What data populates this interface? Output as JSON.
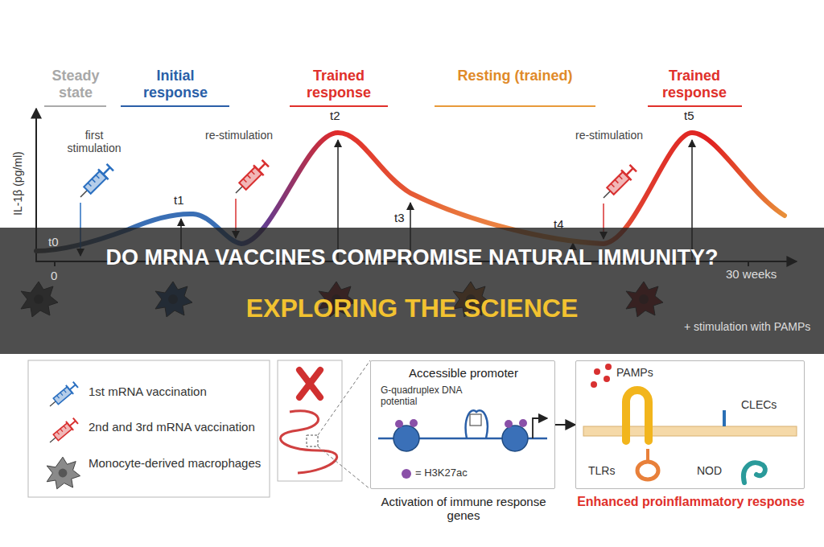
{
  "diagram": {
    "title": "DO MRNA VACCINES COMPROMISE NATURAL IMMUNITY?",
    "caption": "EXPLORING THE SCIENCE",
    "nodes": [
      {
        "text": [
          "Accessible promoter",
          "G-quadruplex DNA potential",
          "= H3K27ac",
          "Activation of immune response genes"
        ]
      },
      {
        "text": [
          "PAMPs",
          "CLECs",
          "TLRs",
          "NOD",
          "Enhanced proinflammatory response"
        ]
      }
    ],
    "edges": [
      {
        "from": 0,
        "to": 1,
        "arrow": "to"
      }
    ],
    "labels": [
      "Steady state",
      "Initial response",
      "Trained response",
      "Resting (trained)",
      "Trained response",
      "IL-1β (pg/ml)",
      "first stimulation",
      "re-stimulation",
      "re-stimulation",
      "t0",
      "t1",
      "t2",
      "t3",
      "t4",
      "t5",
      "0",
      "30 weeks",
      "+ stimulation with PAMPs"
    ],
    "legend": [
      {
        "text": "1st mRNA vaccination"
      },
      {
        "text": "2nd and 3rd mRNA vaccination"
      },
      {
        "text": "Monocyte-derived macrophages"
      }
    ]
  }
}
